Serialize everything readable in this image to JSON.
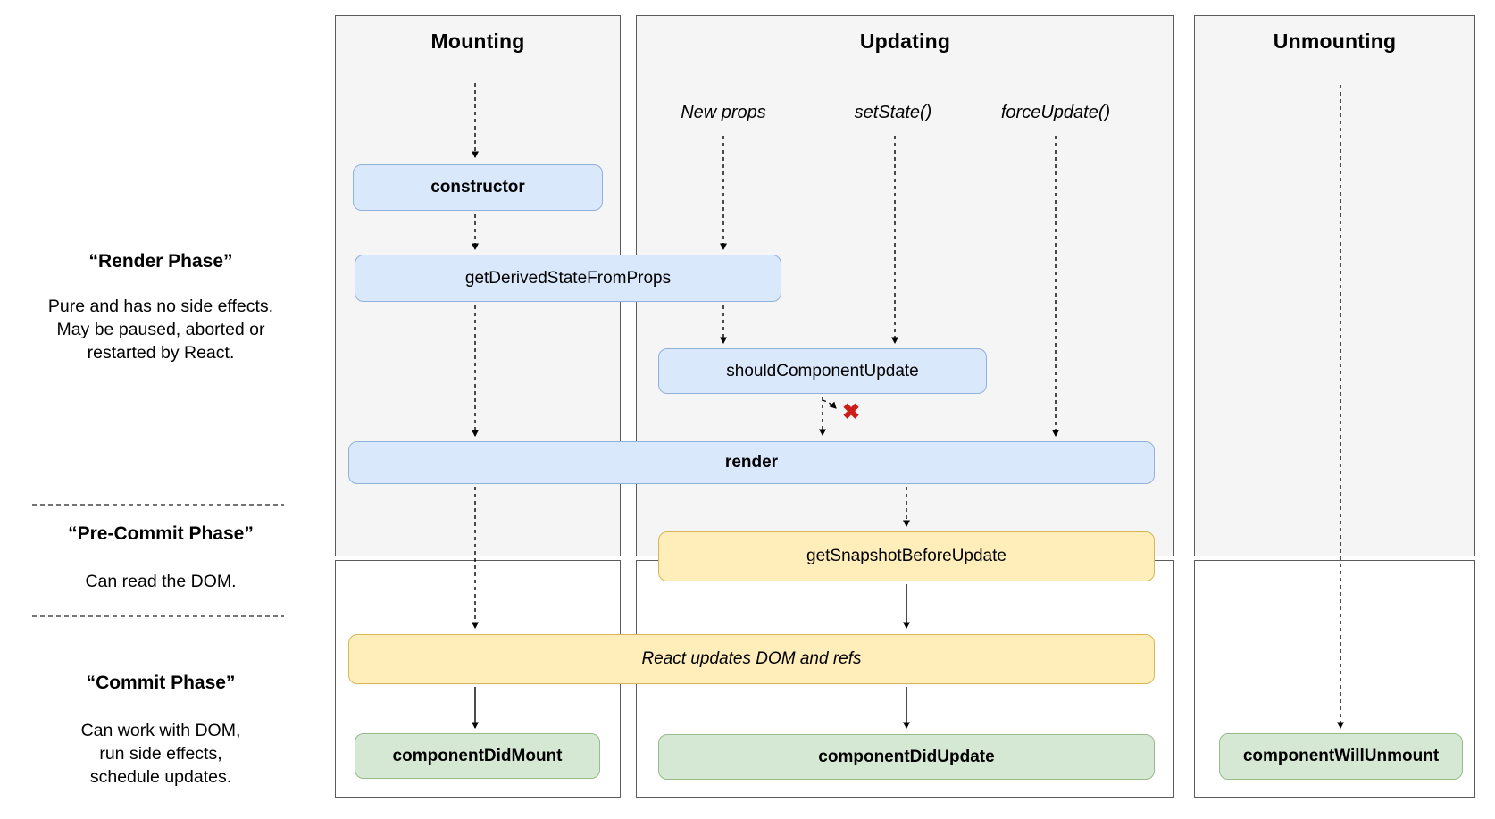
{
  "phase_labels": {
    "render_phase": {
      "title": "“Render Phase”",
      "lines": [
        "Pure and has no side effects.",
        "May be paused, aborted or",
        "restarted by React."
      ]
    },
    "pre_commit_phase": {
      "title": "“Pre-Commit Phase”",
      "lines": [
        "Can read the DOM."
      ]
    },
    "commit_phase": {
      "title": "“Commit Phase”",
      "lines": [
        "Can work with DOM,",
        "run side effects,",
        "schedule updates."
      ]
    }
  },
  "columns": {
    "mounting": {
      "title": "Mounting"
    },
    "updating": {
      "title": "Updating",
      "triggers": {
        "new_props": "New props",
        "set_state": "setState()",
        "force_update": "forceUpdate()"
      }
    },
    "unmounting": {
      "title": "Unmounting"
    }
  },
  "nodes": {
    "constructor": "constructor",
    "get_derived_state_from_props": "getDerivedStateFromProps",
    "should_component_update": "shouldComponentUpdate",
    "render": "render",
    "get_snapshot_before_update": "getSnapshotBeforeUpdate",
    "react_updates_dom": "React updates DOM and refs",
    "component_did_mount": "componentDidMount",
    "component_did_update": "componentDidUpdate",
    "component_will_unmount": "componentWillUnmount"
  },
  "icons": {
    "reject_x": "✖"
  },
  "colors": {
    "lifecycle_method_fill": "#dae8fc",
    "lifecycle_method_stroke": "#8fb1dc",
    "side_effect_fill": "#ffeeba",
    "side_effect_stroke": "#d6b656",
    "commit_method_fill": "#d5e8d4",
    "commit_method_stroke": "#97bb8b",
    "column_bg": "#f5f5f5",
    "column_border": "#5b5b5b",
    "reject_x": "#cc1f1a"
  }
}
